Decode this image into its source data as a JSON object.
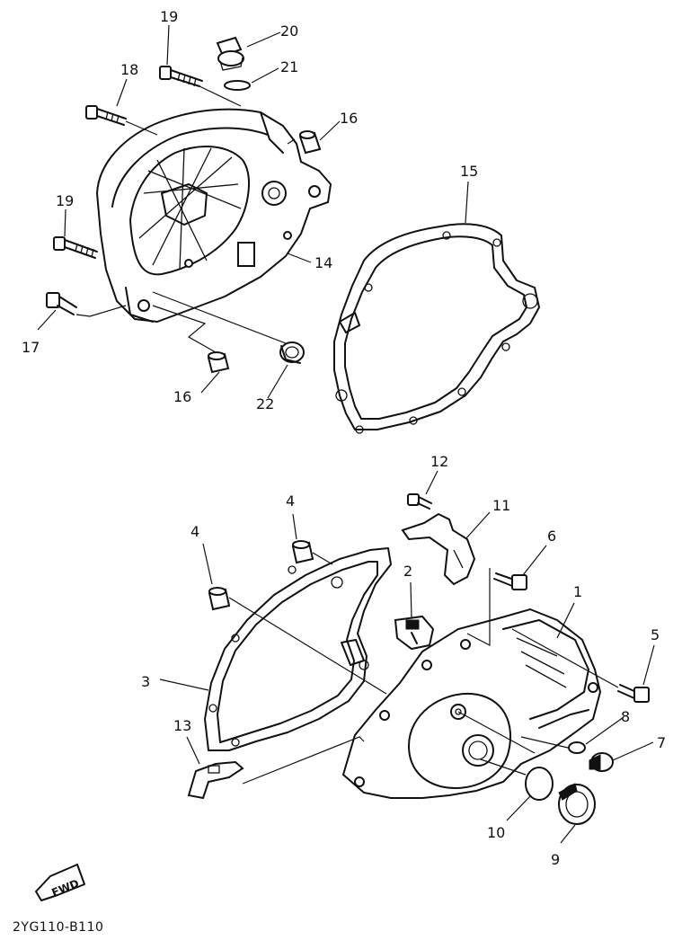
{
  "callouts": {
    "c1": "1",
    "c2": "2",
    "c3": "3",
    "c4a": "4",
    "c4b": "4",
    "c5": "5",
    "c6": "6",
    "c7": "7",
    "c8": "8",
    "c9": "9",
    "c10": "10",
    "c11": "11",
    "c12": "12",
    "c13": "13",
    "c14": "14",
    "c15": "15",
    "c16a": "16",
    "c16b": "16",
    "c17": "17",
    "c18": "18",
    "c19a": "19",
    "c19b": "19",
    "c20": "20",
    "c21": "21",
    "c22": "22"
  },
  "fwd_label": "FWD",
  "drawing_code": "2YG110-B110"
}
